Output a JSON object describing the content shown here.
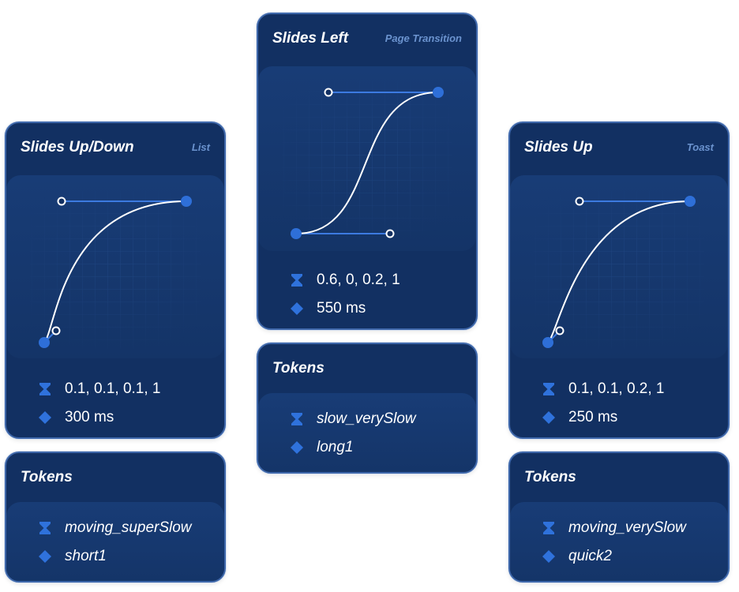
{
  "cards": [
    {
      "title": "Slides Up/Down",
      "tag": "List",
      "cubic": "0.1, 0.1, 0.1, 1",
      "duration": "300 ms",
      "tokens_title": "Tokens",
      "easing_token": "moving_superSlow",
      "duration_token": "short1"
    },
    {
      "title": "Slides Left",
      "tag": "Page Transition",
      "cubic": "0.6, 0, 0.2, 1",
      "duration": "550 ms",
      "tokens_title": "Tokens",
      "easing_token": "slow_verySlow",
      "duration_token": "long1"
    },
    {
      "title": "Slides Up",
      "tag": "Toast",
      "cubic": "0.1, 0.1, 0.2, 1",
      "duration": "250 ms",
      "tokens_title": "Tokens",
      "easing_token": "moving_verySlow",
      "duration_token": "quick2"
    }
  ],
  "icons": {
    "easing": "hourglass-icon",
    "duration": "diamond-icon"
  },
  "colors": {
    "card_bg": "#123062",
    "card_border": "#3e67aa",
    "handle": "#2e6fd8",
    "tag": "#6b93cf",
    "curve": "#ffffff",
    "icon": "#2f72dc"
  }
}
